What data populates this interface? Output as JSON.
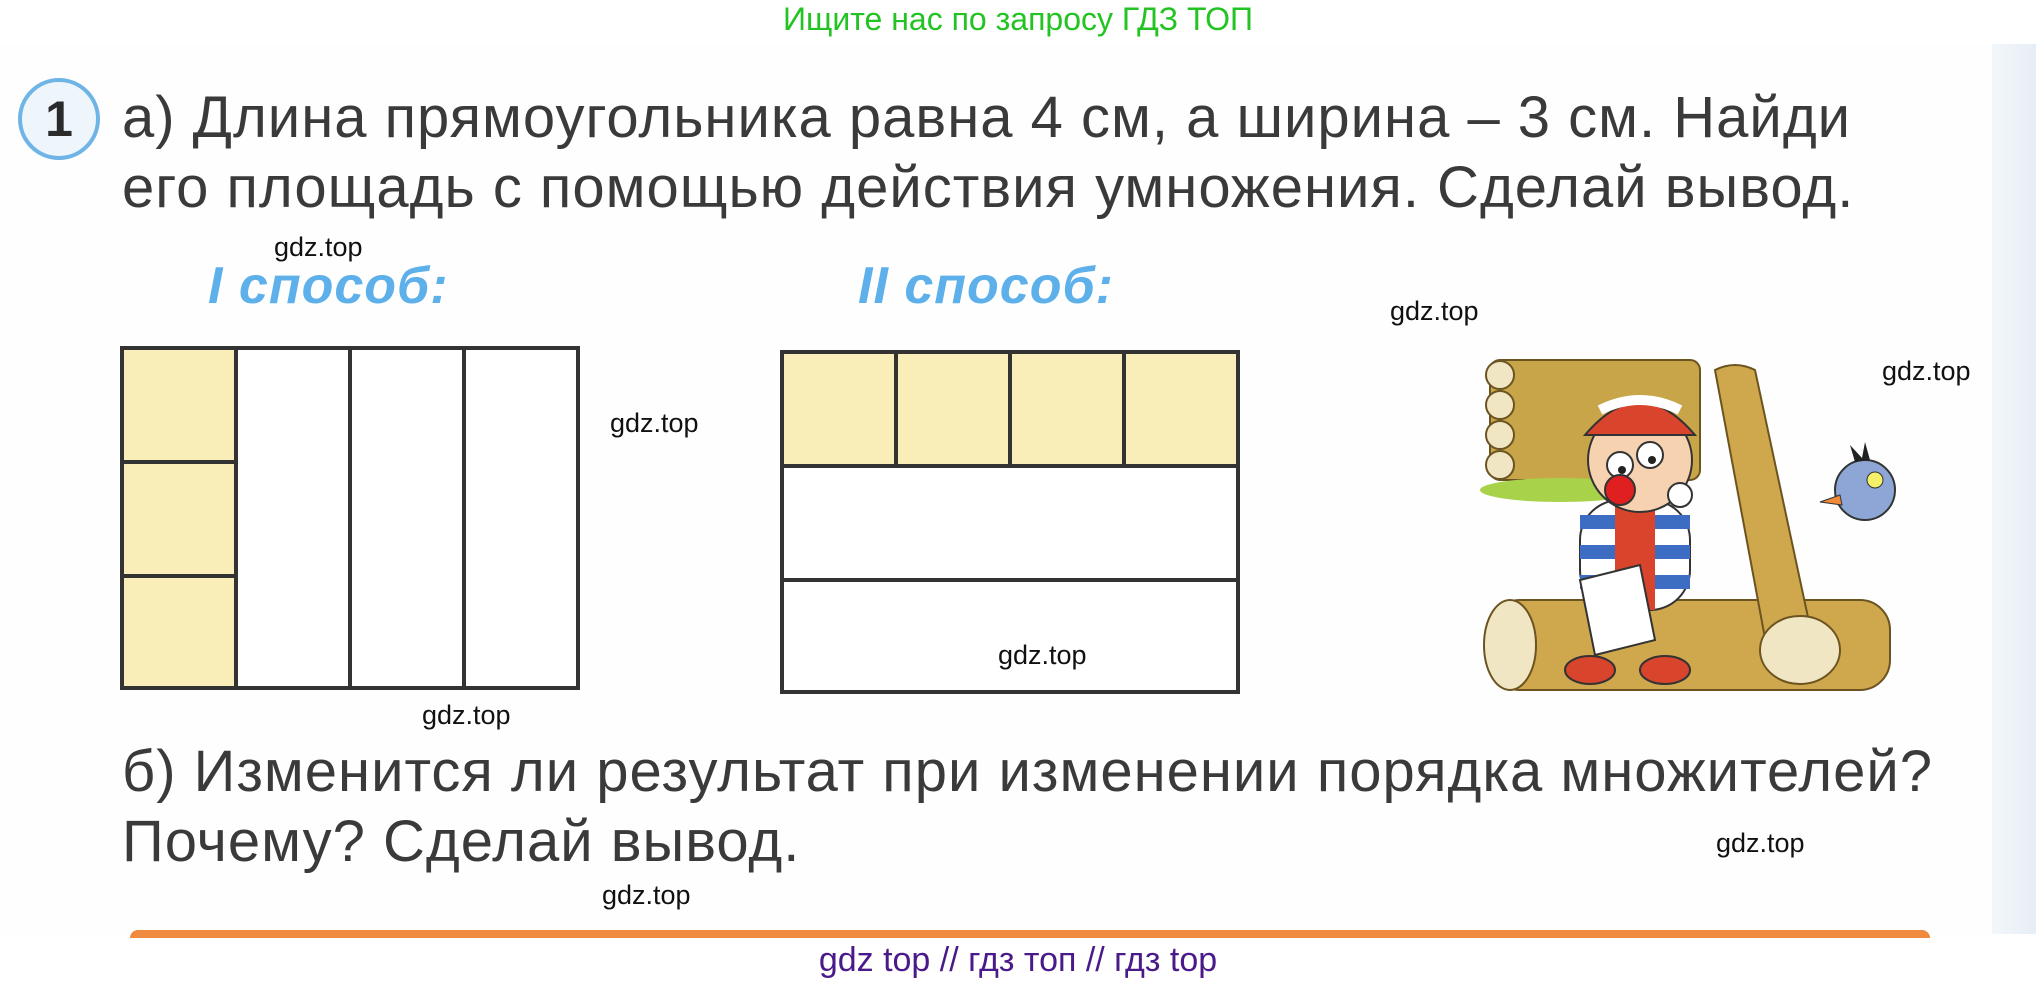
{
  "banner_top": "Ищите нас по запросу ГДЗ ТОП",
  "exercise": {
    "number": "1",
    "part_a": {
      "line1": "а) Длина прямоугольника равна 4 см, а ширина – 3 см. Найди",
      "line2": "его площадь с помощью действия умножения. Сделай вывод."
    },
    "method1_title": "I способ:",
    "method2_title": "II способ:",
    "diagram1": {
      "columns": 4,
      "rows_in_first_column": 3,
      "highlight_color": "#f9eeb8"
    },
    "diagram2": {
      "columns_in_top_row": 4,
      "rows": 3,
      "highlight_color": "#f9eeb8"
    },
    "part_b": {
      "line1": "б) Изменится ли результат при изменении порядка множителей?",
      "line2": "Почему? Сделай вывод."
    }
  },
  "watermarks": [
    "gdz.top",
    "gdz.top",
    "gdz.top",
    "gdz.top",
    "gdz.top",
    "gdz.top",
    "gdz.top",
    "gdz.top"
  ],
  "banner_bottom": "gdz top  //  гдз топ  //  гдз top",
  "colors": {
    "banner_top": "#22c322",
    "method_title": "#5eb0ea",
    "number_circle_border": "#6fb4e6",
    "highlight": "#f9eeb8",
    "divider": "#ef8a3e",
    "banner_bottom": "#4b1a8a"
  }
}
